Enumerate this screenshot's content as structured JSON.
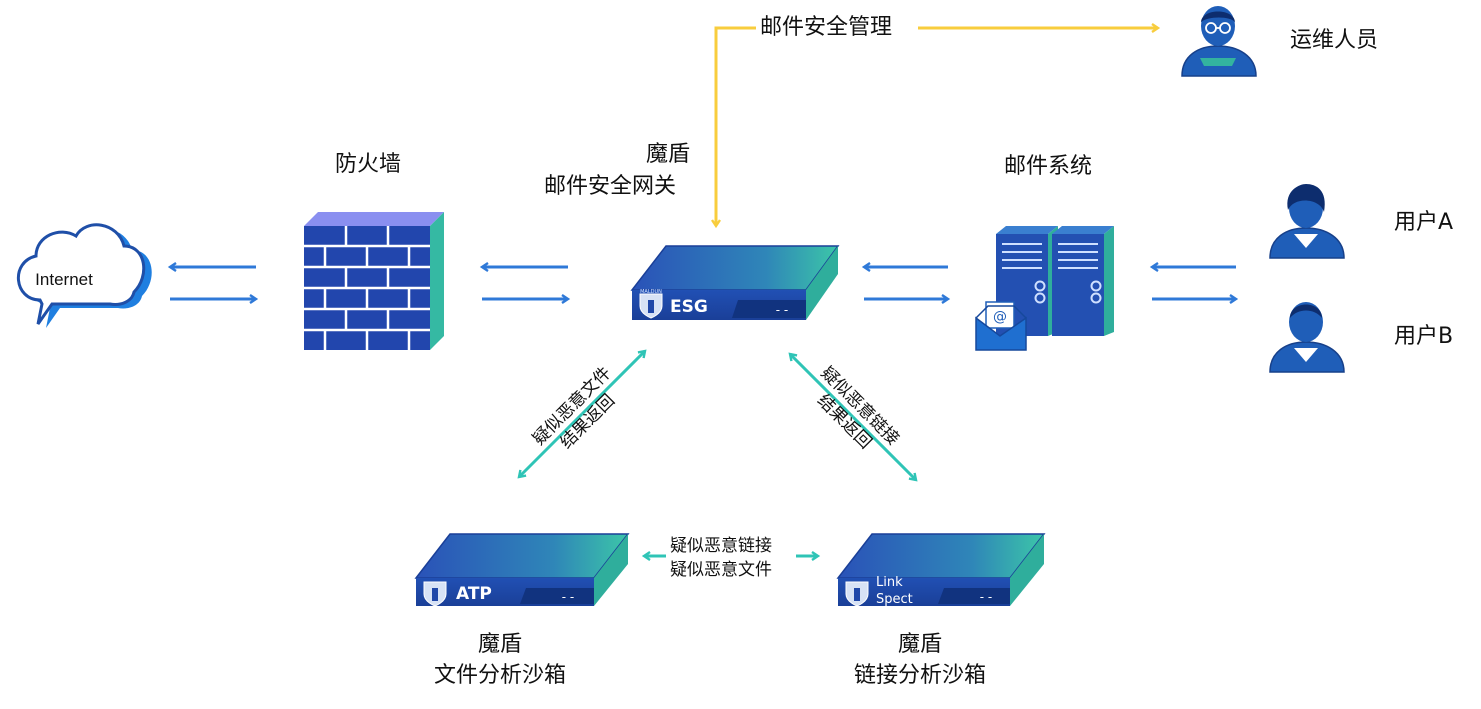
{
  "nodes": {
    "internet": "Internet",
    "firewall": "防火墙",
    "esg_line1": "魔盾",
    "esg_line2": "邮件安全网关",
    "esg_device": "ESG",
    "mail_system": "邮件系统",
    "ops": "运维人员",
    "user_a": "用户A",
    "user_b": "用户B",
    "atp_line1": "魔盾",
    "atp_line2": "文件分析沙箱",
    "atp_device": "ATP",
    "link_line1": "魔盾",
    "link_line2": "链接分析沙箱",
    "link_device_1": "Link",
    "link_device_2": "Spect",
    "device_indicator": "- -",
    "logo_text": "MALDUN",
    "email_glyph": "@"
  },
  "edges": {
    "mgmt": "邮件安全管理",
    "left_diag_1": "疑似恶意文件",
    "left_diag_2": "结果返回",
    "right_diag_1": "疑似恶意链接",
    "right_diag_2": "结果返回",
    "bottom_1": "疑似恶意链接",
    "bottom_2": "疑似恶意文件"
  },
  "colors": {
    "arrow_blue": "#2f79d8",
    "arrow_teal": "#2fc4b6",
    "arrow_yellow": "#f8cd3d",
    "device_blue": "#1f47a8",
    "device_teal": "#35b9a3",
    "person_blue": "#1f5eb8"
  }
}
